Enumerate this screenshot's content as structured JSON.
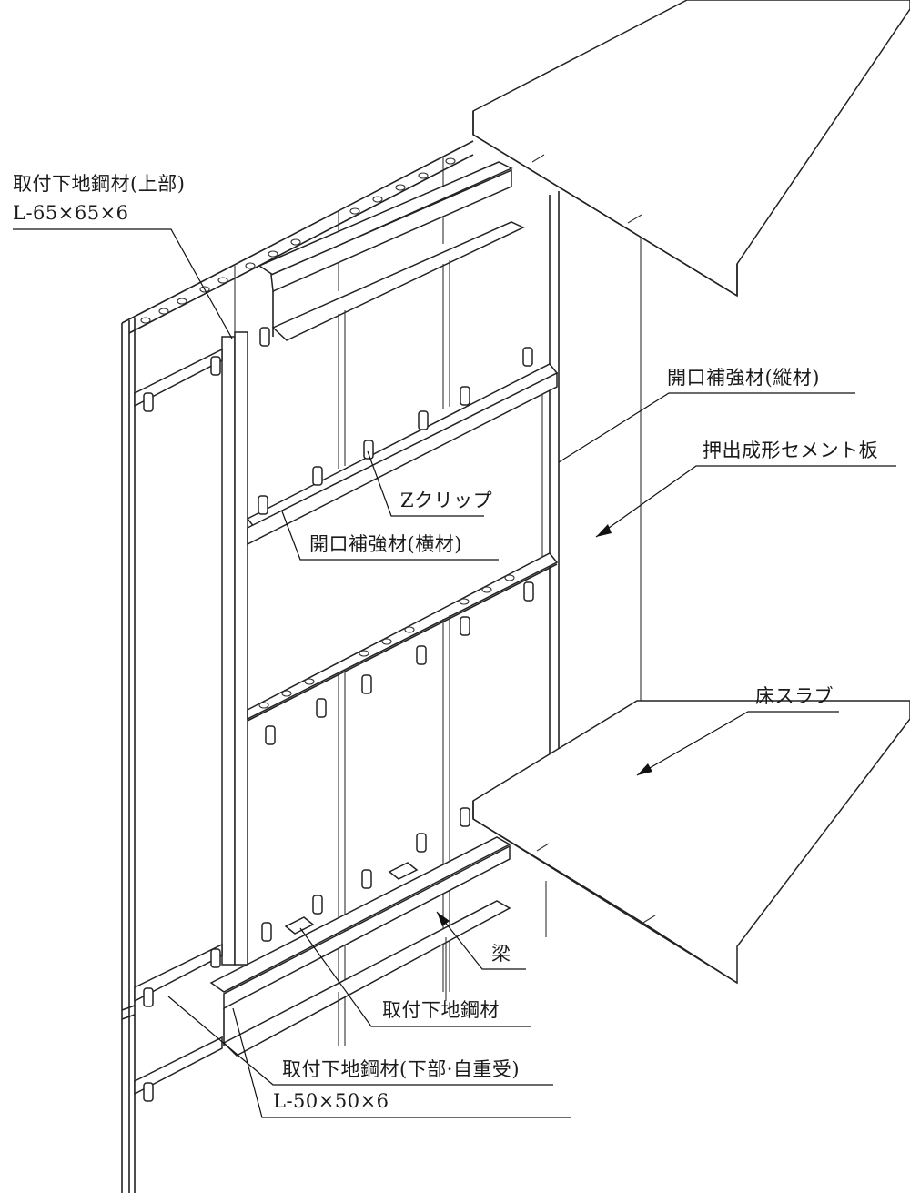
{
  "labels": {
    "upper_angle": "取付下地鋼材(上部)",
    "upper_angle_size": "L-65×65×6",
    "vertical_reinforcement": "開口補強材(縦材)",
    "cement_panel": "押出成形セメント板",
    "z_clip": "Zクリップ",
    "horizontal_reinforcement": "開口補強材(横材)",
    "floor_slab": "床スラブ",
    "beam": "梁",
    "mounting_steel": "取付下地鋼材",
    "lower_angle": "取付下地鋼材(下部·自重受)",
    "lower_angle_size": "L-50×50×6"
  }
}
